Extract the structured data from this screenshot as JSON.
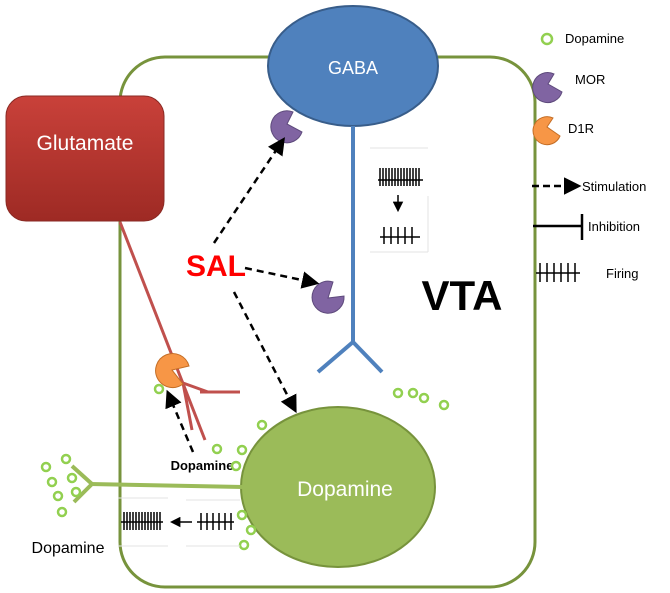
{
  "labels": {
    "glutamate": "Glutamate",
    "gaba": "GABA",
    "dopamine_cell": "Dopamine",
    "sal": "SAL",
    "vta": "VTA",
    "dopamine_small": "Dopamine",
    "dopamine_left": "Dopamine"
  },
  "legend": {
    "dopamine": "Dopamine",
    "mor": "MOR",
    "d1r": "D1R",
    "stimulation": "Stimulation",
    "inhibition": "Inhibition",
    "firing": "Firing"
  },
  "colors": {
    "vta_border": "#77933C",
    "gaba": "#4F81BD",
    "gaba_border": "#385D8A",
    "glutamate": "#C0392B",
    "glutamate_line": "#C0504D",
    "dopamine_cell": "#9BBB59",
    "dopamine_vesicle": "#92D050",
    "mor": "#8064A2",
    "d1r": "#F79646",
    "sal": "#FF0000"
  }
}
